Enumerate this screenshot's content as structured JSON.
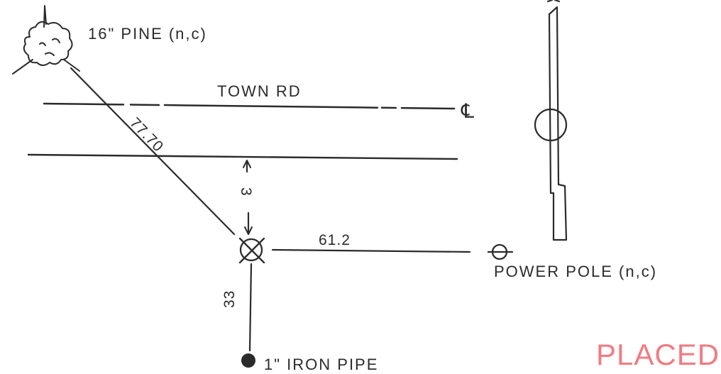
{
  "labels": {
    "pine": "16\" PINE (n,c)",
    "road": "TOWN RD",
    "centerline": "℄",
    "power_pole": "POWER POLE (n,c)",
    "iron_pipe": "1\" IRON PIPE"
  },
  "dimensions": {
    "to_pine": "77.70",
    "to_road": "3",
    "to_pole": "61.2",
    "to_pipe": "33"
  },
  "stamp": "PLACED",
  "colors": {
    "ink": "#2b2b2b",
    "stamp": "#f07c82"
  }
}
